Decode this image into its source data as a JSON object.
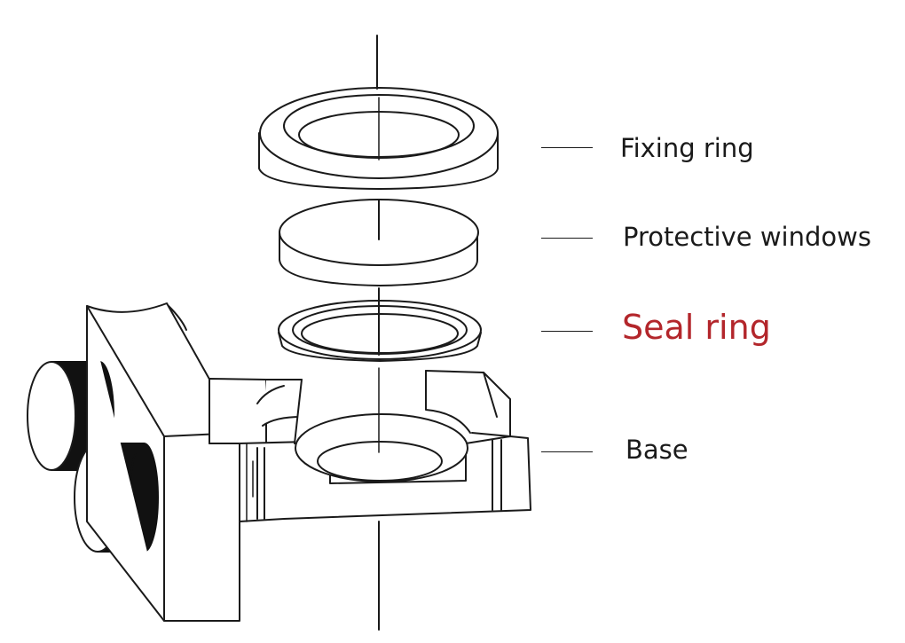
{
  "labels": {
    "fixing_ring": "Fixing ring",
    "protective_windows": "Protective windows",
    "seal_ring": "Seal ring",
    "base": "Base"
  },
  "colors": {
    "label_text": "#1a1a1a",
    "highlight": "#b3262b",
    "line": "#1a1a1a",
    "fill": "#ffffff",
    "knob": "#111111"
  }
}
